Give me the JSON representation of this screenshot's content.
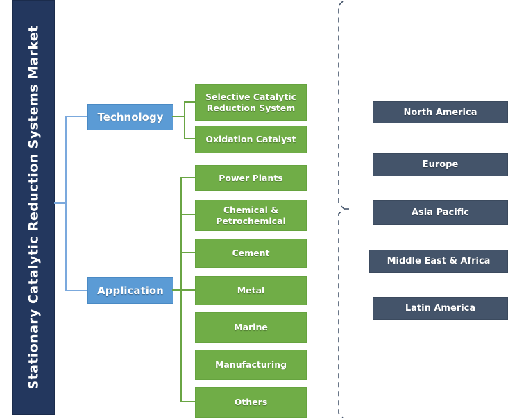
{
  "title": {
    "text": "Stationary Catalytic Reduction Systems Market",
    "color": "#23375e"
  },
  "segments": [
    {
      "label": "Technology",
      "color": "#5b9bd5",
      "items": [
        {
          "label": "Selective Catalytic Reduction System"
        },
        {
          "label": "Oxidation Catalyst"
        }
      ]
    },
    {
      "label": "Application",
      "color": "#5b9bd5",
      "items": [
        {
          "label": "Power Plants"
        },
        {
          "label": "Chemical & Petrochemical"
        },
        {
          "label": "Cement"
        },
        {
          "label": "Metal"
        },
        {
          "label": "Marine"
        },
        {
          "label": "Manufacturing"
        },
        {
          "label": "Others"
        }
      ]
    }
  ],
  "regions": {
    "color": "#44546a",
    "items": [
      {
        "label": "North America"
      },
      {
        "label": "Europe"
      },
      {
        "label": "Asia Pacific"
      },
      {
        "label": "Middle East & Africa"
      },
      {
        "label": "Latin America"
      }
    ]
  },
  "leaf_color": "#70ad47",
  "connector_colors": {
    "category": "#7ba9dd",
    "leaf": "#6aa544",
    "bracket": "#44546a"
  }
}
